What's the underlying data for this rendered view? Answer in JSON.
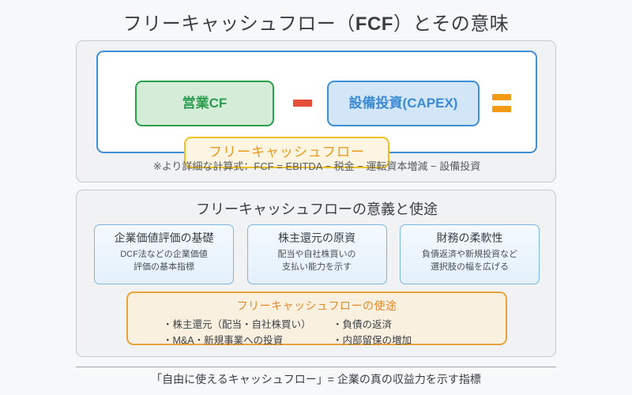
{
  "title": {
    "before": "フリーキャッシュフロー（",
    "emphasis": "FCF",
    "after": "）とその意味",
    "full": "フリーキャッシュフロー（FCF）とその意味"
  },
  "formula": {
    "operating_cf": "営業CF",
    "minus_symbol": "−",
    "capex": "設備投資(CAPEX)",
    "equals_symbol": "=",
    "fcf": "フリーキャッシュフロー",
    "note": "※より詳細な計算式：FCF = EBITDA − 税金 − 運転資本増減 − 設備投資"
  },
  "meaning": {
    "heading": "フリーキャッシュフローの意義と使途",
    "cards": [
      {
        "title": "企業価値評価の基礎",
        "line1": "DCF法などの企業価値",
        "line2": "評価の基本指標"
      },
      {
        "title": "株主還元の原資",
        "line1": "配当や自社株買いの",
        "line2": "支払い能力を示す"
      },
      {
        "title": "財務の柔軟性",
        "line1": "負債返済や新規投資など",
        "line2": "選択肢の幅を広げる"
      }
    ],
    "uses": {
      "title": "フリーキャッシュフローの使途",
      "left": [
        "・株主還元（配当・自社株買い）",
        "・M&A・新規事業への投資"
      ],
      "right": [
        "・負債の返済",
        "・内部留保の増加"
      ]
    }
  },
  "footer": {
    "text": "「自由に使えるキャッシュフロー」= 企業の真の収益力を示す指標"
  },
  "colors": {
    "background": "#f7f8fa",
    "panel_fill": "#f0f2f3",
    "panel_border": "#c3ccc9",
    "blue": "#3e8fd8",
    "green": "#27a04b",
    "amber": "#f0c020",
    "orange": "#e8a33c",
    "red": "#e2503c",
    "equals_orange": "#f59a14",
    "text": "#3a3f44"
  }
}
